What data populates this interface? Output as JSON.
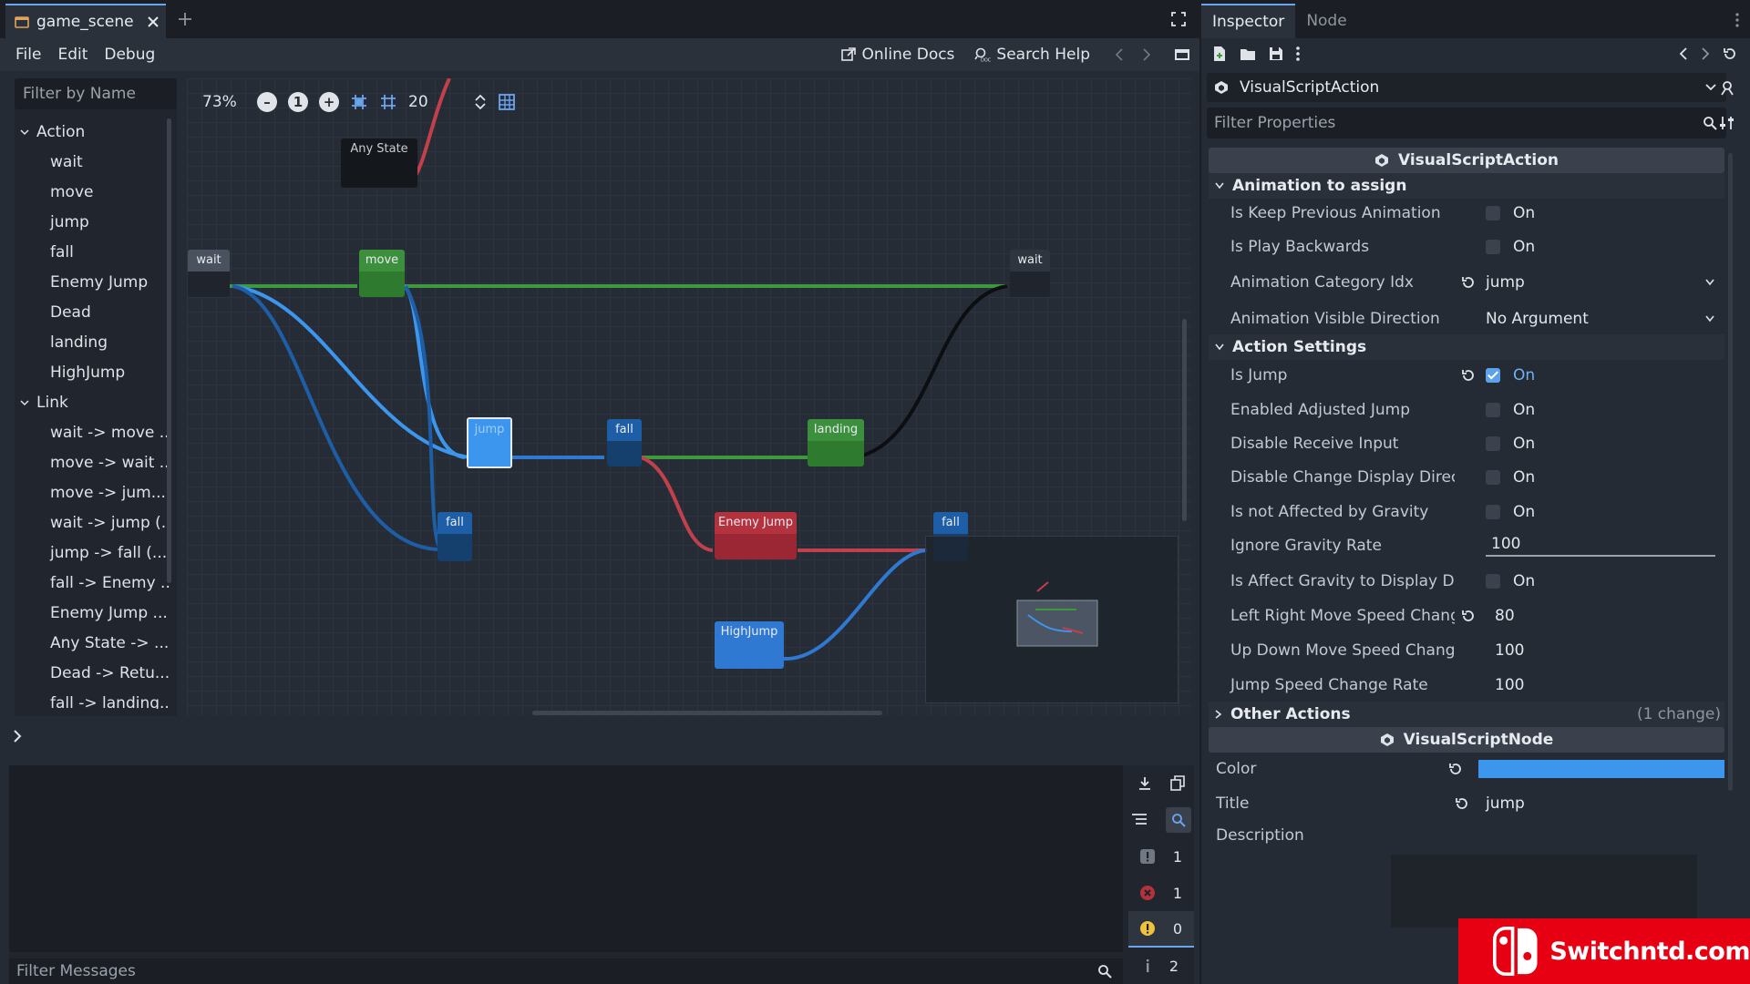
{
  "editor": {
    "tab_title": "game_scene",
    "menus": [
      "File",
      "Edit",
      "Debug"
    ],
    "online_docs": "Online Docs",
    "search_help": "Search Help"
  },
  "left_panel": {
    "filter_placeholder": "Filter by Name",
    "groups": [
      {
        "label": "Action",
        "items": [
          "wait",
          "move",
          "jump",
          "fall",
          "Enemy Jump",
          "Dead",
          "landing",
          "HighJump"
        ]
      },
      {
        "label": "Link",
        "items": [
          "wait -> move ...",
          "move -> wait ...",
          "move -> jum...",
          "wait -> jump (...",
          "jump -> fall (...",
          "fall -> Enemy ...",
          "Enemy Jump ...",
          "Any State -> ...",
          "Dead -> Retu...",
          "fall -> landing..."
        ]
      }
    ]
  },
  "graph": {
    "zoom": "73%",
    "reset_zoom": "1",
    "snap_distance": "20",
    "nodes": [
      {
        "id": "anystate",
        "title": "Any State",
        "color": "#14171c"
      },
      {
        "id": "wait1",
        "title": "wait",
        "color": "#4a5260"
      },
      {
        "id": "move",
        "title": "move",
        "color": "#3c8f3c"
      },
      {
        "id": "wait2",
        "title": "wait",
        "color": "#2f353f"
      },
      {
        "id": "jump",
        "title": "jump",
        "color": "#3d96ee"
      },
      {
        "id": "fall1",
        "title": "fall",
        "color": "#1d5ea6"
      },
      {
        "id": "landing",
        "title": "landing",
        "color": "#3c8f3c"
      },
      {
        "id": "fall2",
        "title": "fall",
        "color": "#1d5ea6"
      },
      {
        "id": "enemyjump",
        "title": "Enemy Jump",
        "color": "#b3323e"
      },
      {
        "id": "fall3",
        "title": "fall",
        "color": "#1d5ea6"
      },
      {
        "id": "highjump",
        "title": "HighJump",
        "color": "#2f79d3"
      }
    ]
  },
  "output": {
    "filter_placeholder": "Filter Messages",
    "counts": {
      "messages": "1",
      "errors": "1",
      "warnings": "0",
      "info": "2"
    }
  },
  "inspector": {
    "tabs": [
      "Inspector",
      "Node"
    ],
    "object_name": "VisualScriptAction",
    "filter_placeholder": "Filter Properties",
    "class_header": "VisualScriptAction",
    "sections": {
      "anim": "Animation to assign",
      "action": "Action Settings",
      "other": "Other Actions",
      "other_note": "(1 change)"
    },
    "props": {
      "keep_prev": {
        "label": "Is Keep Previous Animation",
        "value": "On"
      },
      "play_back": {
        "label": "Is Play Backwards",
        "value": "On"
      },
      "anim_cat": {
        "label": "Animation Category Idx",
        "value": "jump"
      },
      "anim_dir": {
        "label": "Animation Visible Direction",
        "value": "No Argument"
      },
      "is_jump": {
        "label": "Is Jump",
        "value": "On"
      },
      "adj_jump": {
        "label": "Enabled Adjusted Jump",
        "value": "On"
      },
      "dis_input": {
        "label": "Disable Receive Input",
        "value": "On"
      },
      "dis_dir": {
        "label": "Disable Change Display Direction",
        "value": "On"
      },
      "no_grav": {
        "label": "Is not Affected by Gravity",
        "value": "On"
      },
      "grav_rate": {
        "label": "Ignore Gravity Rate",
        "value": "100"
      },
      "grav_disp": {
        "label": "Is Affect Gravity to Display Directi",
        "value": "On"
      },
      "lr_speed": {
        "label": "Left Right Move Speed Change",
        "value": "80"
      },
      "ud_speed": {
        "label": "Up Down Move Speed Change Rat",
        "value": "100"
      },
      "jump_speed": {
        "label": "Jump Speed Change Rate",
        "value": "100"
      }
    },
    "node_header": "VisualScriptNode",
    "node_props": {
      "color_label": "Color",
      "color_value": "#3d96ee",
      "title_label": "Title",
      "title_value": "jump",
      "desc_label": "Description"
    }
  },
  "watermark": {
    "text": "Switchntd.com",
    "color": "#e60012"
  }
}
